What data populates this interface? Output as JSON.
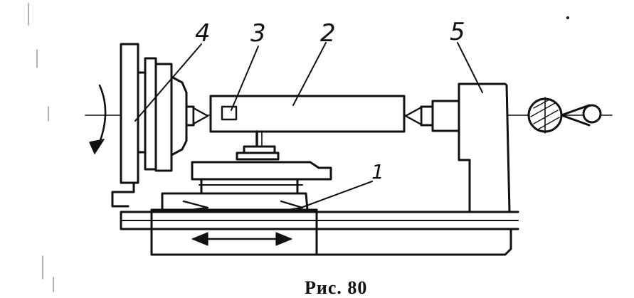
{
  "labels": {
    "part_1": "1",
    "part_2": "2",
    "part_3": "3",
    "part_4": "4",
    "part_5": "5"
  },
  "caption": "Рис. 80",
  "colors": {
    "ink": "#111111",
    "paper": "#ffffff"
  },
  "icons": {
    "rotation": "curved-arrow-icon",
    "traverse": "double-arrow-icon",
    "tool": "grinding-wheel-icon"
  }
}
